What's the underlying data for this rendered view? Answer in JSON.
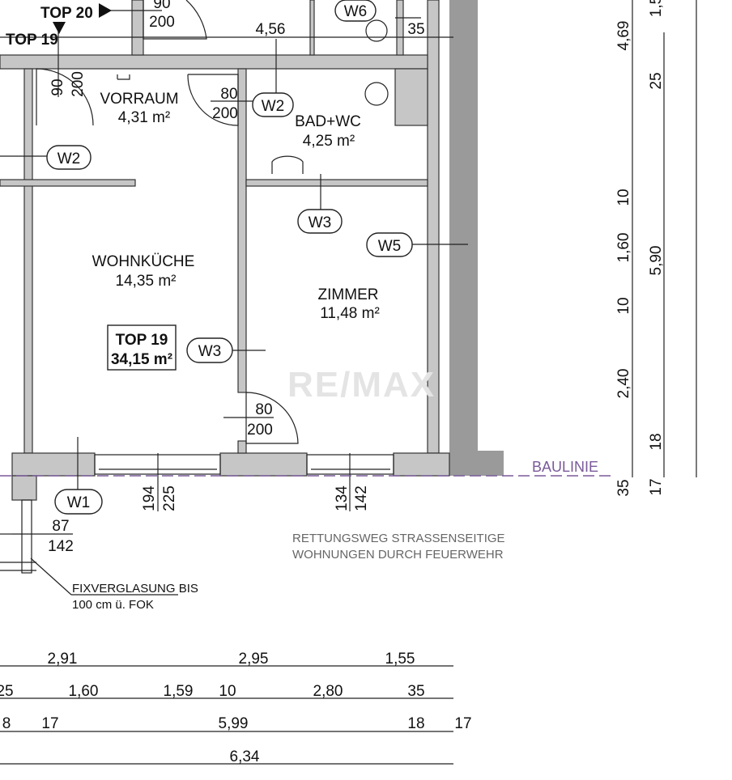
{
  "labels": {
    "top20": "TOP 20",
    "top19": "TOP 19",
    "top19_box_name": "TOP 19",
    "top19_box_area": "34,15 m²",
    "baulinie": "BAULINIE",
    "watermark": "RE/MAX",
    "note_rettung_1": "RETTUNGSWEG STRASSENSEITIGE",
    "note_rettung_2": "WOHNUNGEN DURCH FEUERWEHR",
    "note_fix_1": "FIXVERGLASUNG BIS",
    "note_fix_2": "100 cm ü. FOK"
  },
  "rooms": [
    {
      "name": "VORRAUM",
      "area": "4,31 m²"
    },
    {
      "name": "BAD+WC",
      "area": "4,25 m²"
    },
    {
      "name": "WOHNKÜCHE",
      "area": "14,35 m²"
    },
    {
      "name": "ZIMMER",
      "area": "11,48 m²"
    }
  ],
  "wall_tags": [
    "W6",
    "W2",
    "W2",
    "W3",
    "W5",
    "W3",
    "W1"
  ],
  "openings": {
    "top_door": [
      "90",
      "200"
    ],
    "entry_door": [
      "90",
      "200"
    ],
    "bad_door": [
      "80",
      "200"
    ],
    "zimmer_door": [
      "80",
      "200"
    ],
    "window_kitchen": [
      "194",
      "225"
    ],
    "window_zimmer": [
      "134",
      "142"
    ],
    "window_corner": [
      "87",
      "142"
    ]
  },
  "dims_plan": {
    "d456": "4,56",
    "d35": "35"
  },
  "dims_right": {
    "col1": [
      "4,69",
      "10",
      "1,60",
      "10",
      "2,40",
      "35"
    ],
    "col2": [
      "1,5",
      "25",
      "5,90",
      "18",
      "17"
    ]
  },
  "dims_bottom": {
    "row1": [
      "2,91",
      "2,95",
      "1,55"
    ],
    "row2": [
      "25",
      "1,60",
      "1,59",
      "10",
      "2,80",
      "35"
    ],
    "row3": [
      "8",
      "17",
      "5,99",
      "18",
      "17"
    ],
    "row4": [
      "6,34"
    ]
  },
  "colors": {
    "baulinie": "#7a5a9a",
    "wall": "#c6c6c6",
    "outer_wall": "#9a9a9a"
  }
}
